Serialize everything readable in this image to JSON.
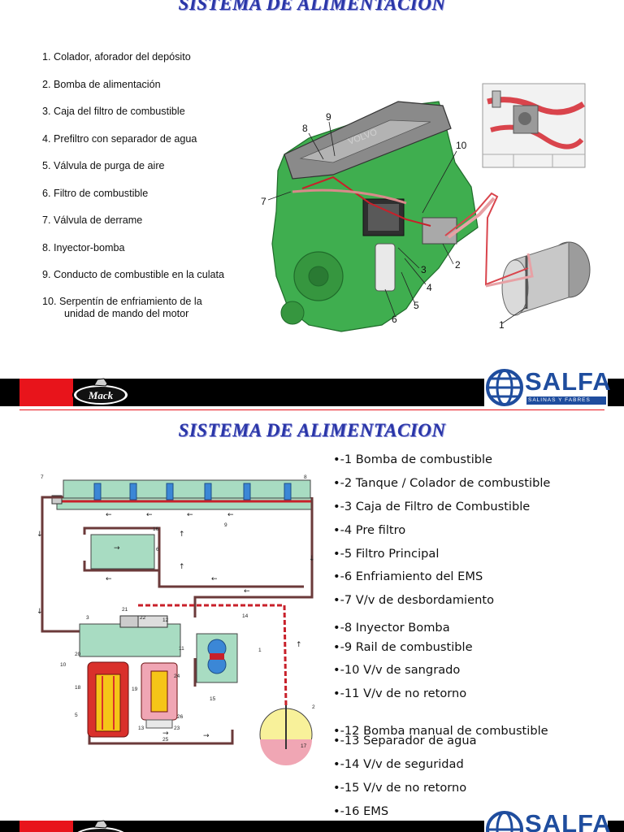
{
  "slide1": {
    "title": "SISTEMA DE ALIMENTACION",
    "items": [
      "1. Colador, aforador del depósito",
      "2. Bomba de alimentación",
      "3. Caja del filtro de combustible",
      "4. Prefiltro con separador de agua",
      "5. Válvula de purga de aire",
      "6. Filtro de combustible",
      "7. Válvula de derrame",
      "8. Inyector-bomba",
      "9. Conducto de combustible en la culata"
    ],
    "item10_line1": "10. Serpentín de enfriamiento de la",
    "item10_line2": "unidad de mando del motor",
    "engine_labels": [
      "1",
      "2",
      "3",
      "4",
      "5",
      "6",
      "7",
      "8",
      "9",
      "10"
    ]
  },
  "slide2": {
    "title": "SISTEMA DE ALIMENTACION",
    "items": [
      "•-1 Bomba de combustible",
      "•-2 Tanque / Colador de combustible",
      "•-3 Caja de Filtro de Combustible",
      "•-4 Pre filtro",
      "•-5 Filtro Principal",
      "•-6 Enfriamiento del EMS",
      "•-7 V/v de desbordamiento",
      "•-8 Inyector Bomba",
      "•-9 Rail de combustible",
      "•-10 V/v de sangrado",
      "•-11 V/v de no retorno",
      "•-12 Bomba manual de combustible",
      "•-13 Separador de agua",
      "•-14 V/v de seguridad",
      "•-15 V/v de no retorno",
      "•-16 EMS"
    ],
    "diagram_labels": [
      "7",
      "8",
      "9",
      "16",
      "6",
      "21",
      "22",
      "12",
      "14",
      "3",
      "20",
      "10",
      "18",
      "5",
      "11",
      "19",
      "24",
      "15",
      "1",
      "2",
      "17",
      "13",
      "23",
      "25",
      "26"
    ]
  },
  "footer": {
    "mack_logo": "Mack",
    "salfa_logo": "SALFA",
    "salfa_tagline": "SALINAS Y FABRES"
  },
  "colors": {
    "title_blue": "#2a36a8",
    "engine_green": "#3fae4f",
    "fuel_red": "#c8202a",
    "salfa_blue": "#1f4d9e"
  }
}
